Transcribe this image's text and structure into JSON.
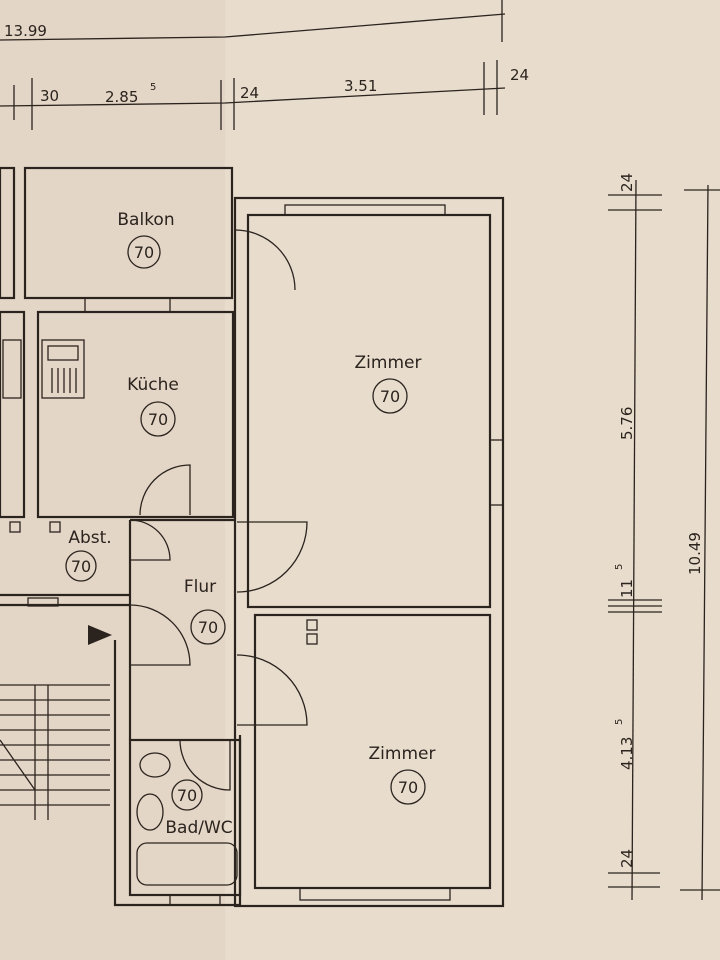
{
  "rooms": {
    "balkon": {
      "name": "Balkon",
      "code": "70"
    },
    "kueche": {
      "name": "Küche",
      "code": "70"
    },
    "abst": {
      "name": "Abst.",
      "code": "70"
    },
    "flur": {
      "name": "Flur",
      "code": "70"
    },
    "bad": {
      "name": "Bad/WC",
      "code": "70"
    },
    "zimmer1": {
      "name": "Zimmer",
      "code": "70"
    },
    "zimmer2": {
      "name": "Zimmer",
      "code": "70"
    }
  },
  "dimensions": {
    "top_total": "13.99",
    "top_30": "30",
    "top_285": "2.85",
    "top_285_sup": "5",
    "top_24a": "24",
    "top_351": "3.51",
    "top_24b": "24",
    "right_24_top": "24",
    "right_576": "5.76",
    "right_11": "11",
    "right_11_sup": "5",
    "right_413": "4.13",
    "right_413_sup": "5",
    "right_24_bottom": "24",
    "right_total": "10.49"
  },
  "colors": {
    "paper": "#e8dccd",
    "ink": "#2b241e"
  }
}
